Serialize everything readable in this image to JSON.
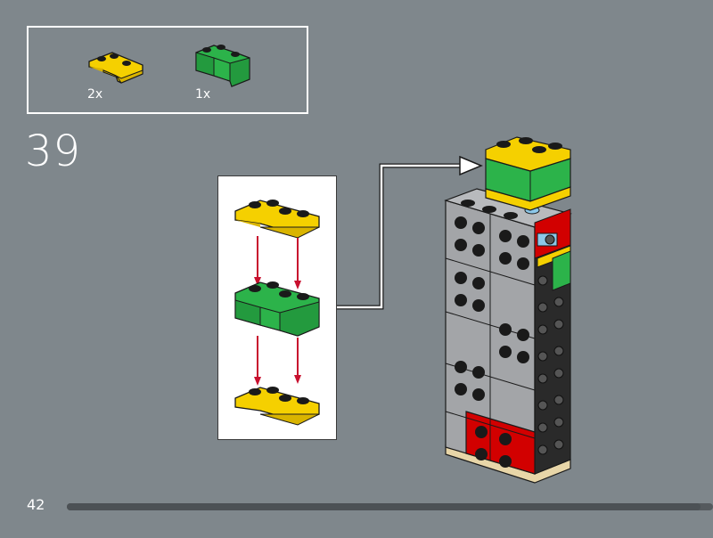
{
  "parts_list": {
    "items": [
      {
        "name": "yellow-corner-plate",
        "quantity": "2x",
        "color": "#f5d000"
      },
      {
        "name": "green-corner-brick",
        "quantity": "1x",
        "color": "#2cb34a"
      }
    ]
  },
  "step": {
    "number": "39"
  },
  "page": {
    "number": "42",
    "progress": 0.98
  },
  "colors": {
    "background": "#7f878c",
    "yellow": "#f5d000",
    "green": "#2cb34a",
    "grey": "#a3a5a8",
    "black": "#1f1f1f",
    "red": "#d20000",
    "tan": "#e8d6a8",
    "arrow_red": "#c8102e"
  }
}
